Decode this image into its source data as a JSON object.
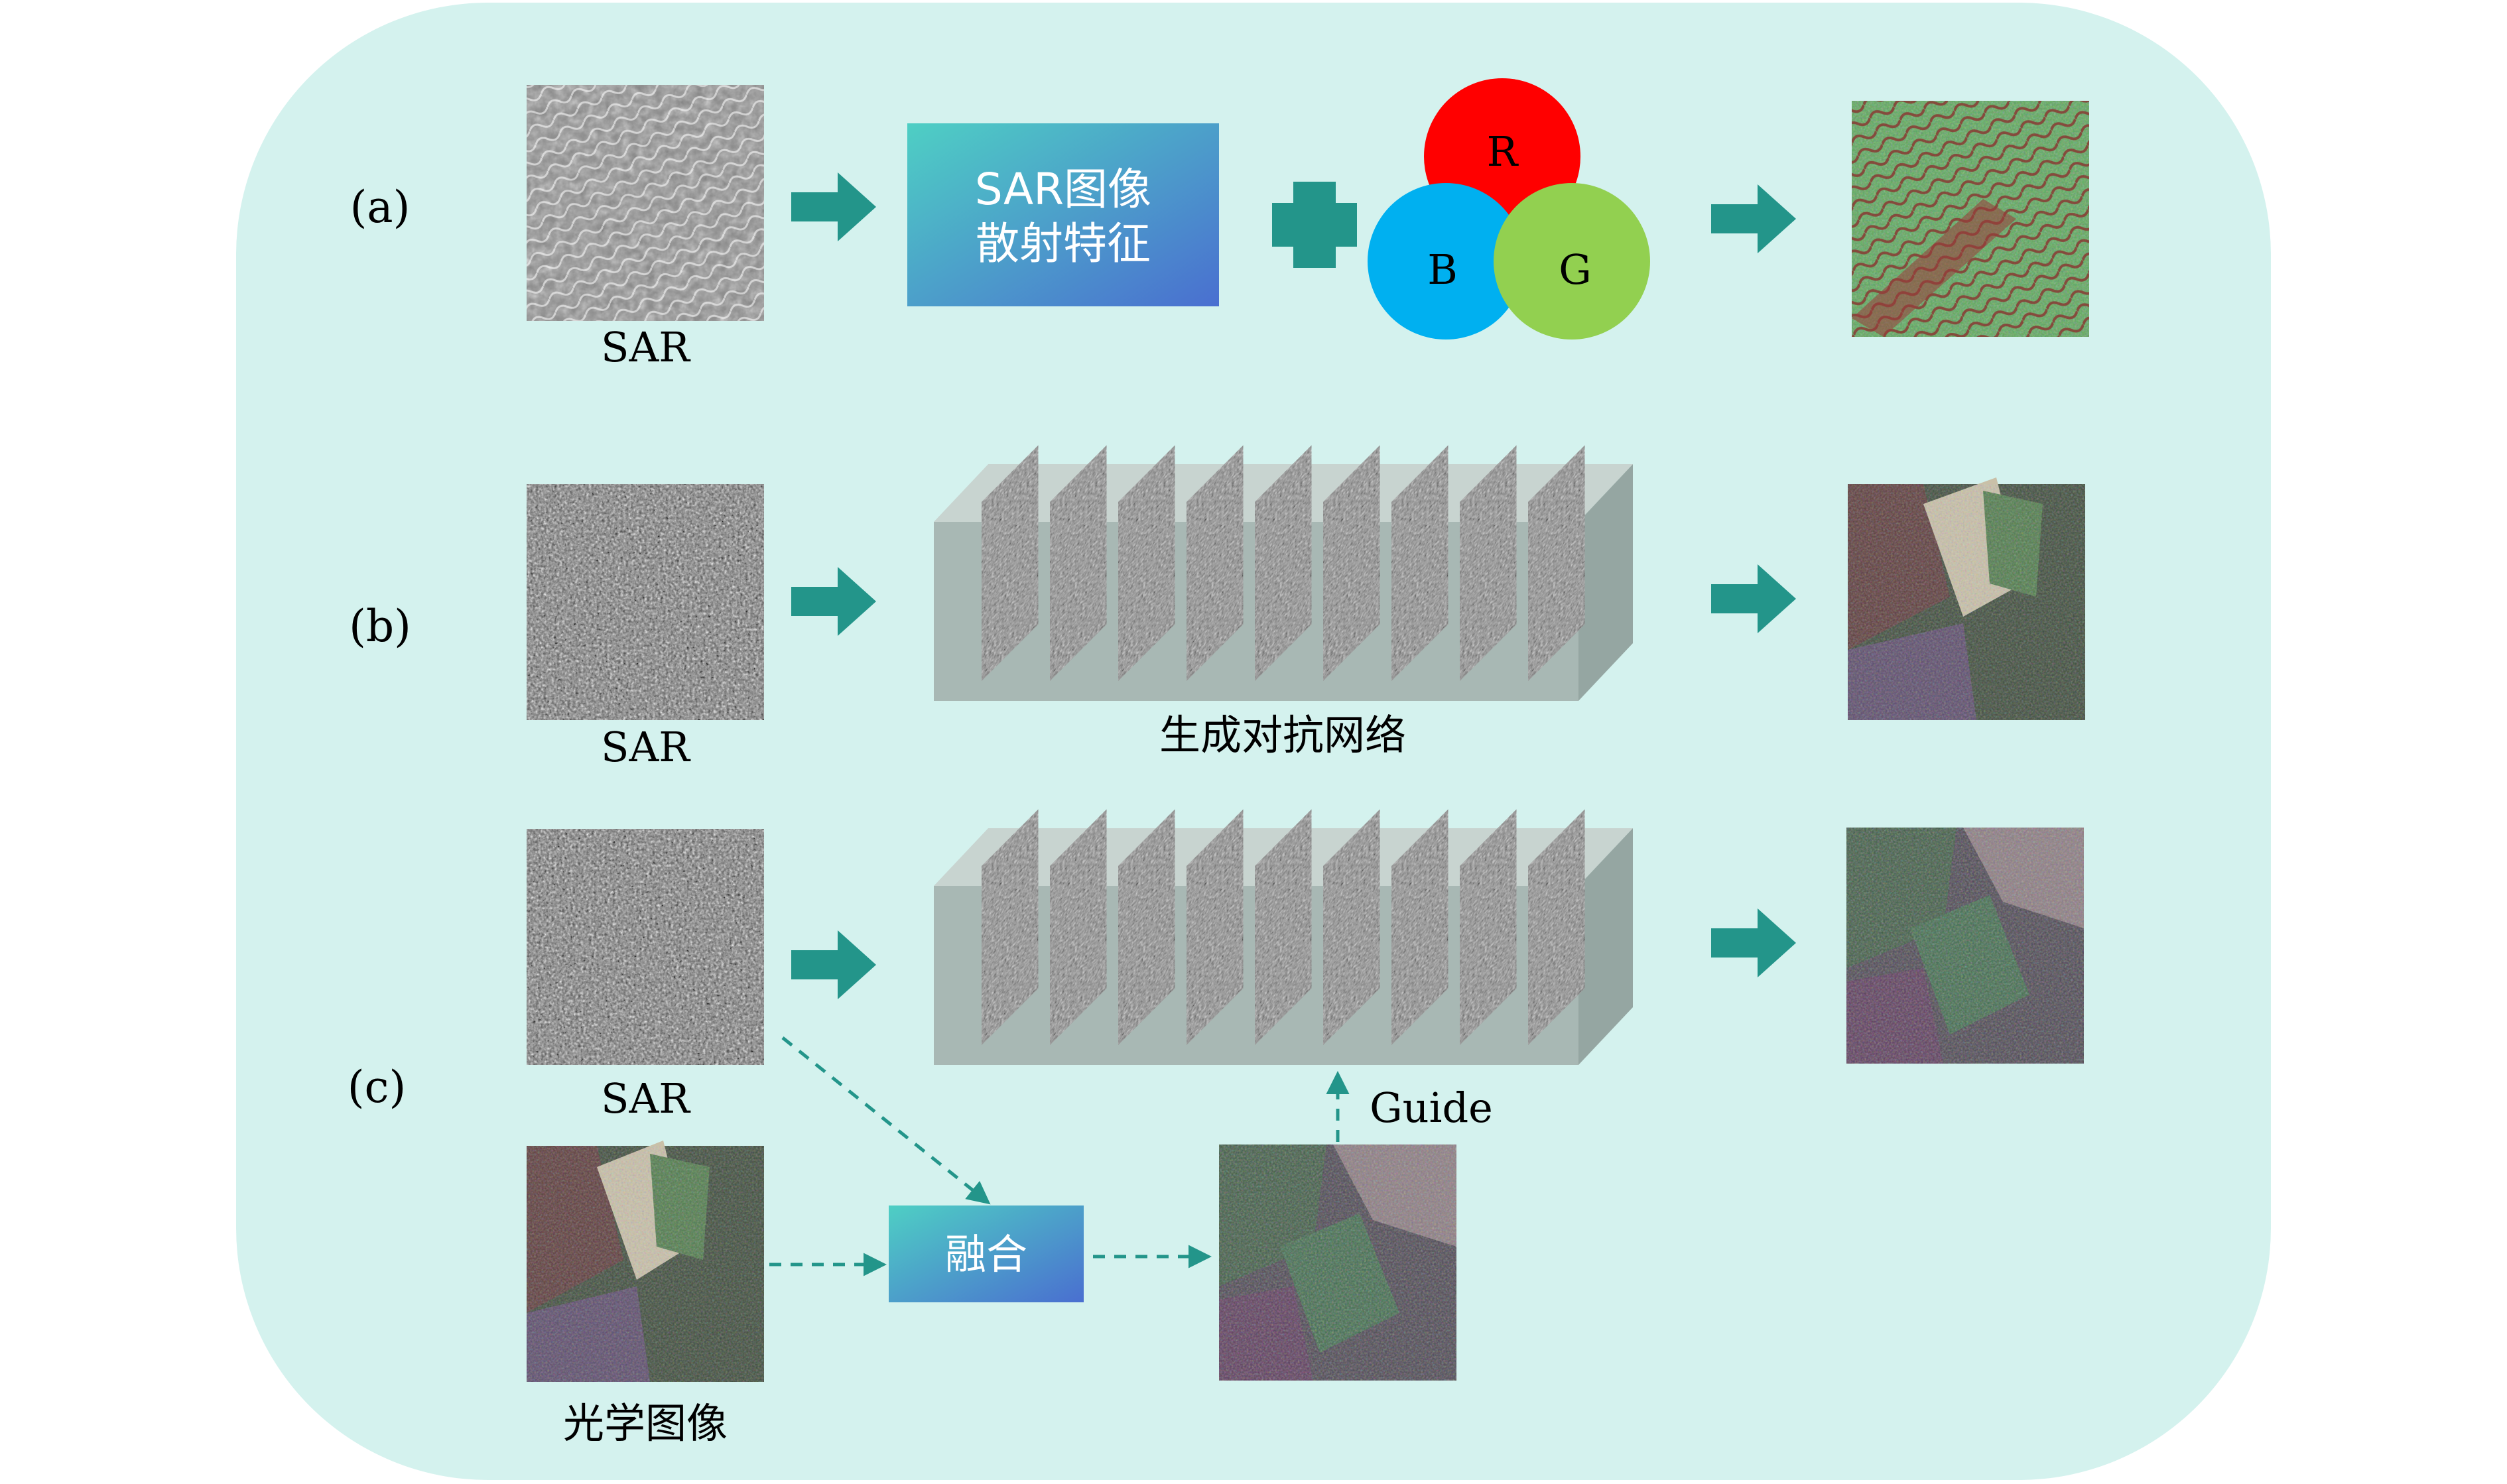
{
  "rows": {
    "a": {
      "label": "(a)",
      "input_caption": "SAR",
      "process_box": {
        "line1": "SAR图像",
        "line2": "散射特征"
      },
      "plus": "+",
      "rgb": {
        "r": "R",
        "g": "G",
        "b": "B"
      }
    },
    "b": {
      "label": "(b)",
      "input_caption": "SAR",
      "network_caption": "生成对抗网络"
    },
    "c": {
      "label": "(c)",
      "input_caption": "SAR",
      "optical_caption": "光学图像",
      "fusion_box": "融合",
      "guide_label": "Guide"
    }
  },
  "colors": {
    "background": "#d4f2ee",
    "arrow": "#23958a",
    "red": "#ff0000",
    "green": "#92d050",
    "blue": "#00b0f0",
    "box_gradient_start": "#4ecfc4",
    "box_gradient_end": "#4a6fd0",
    "network_block": "#a8b8b4"
  },
  "icons": {
    "arrow": "right-arrow-icon",
    "dashed_arrow": "dashed-arrow-icon",
    "plus": "plus-icon"
  }
}
